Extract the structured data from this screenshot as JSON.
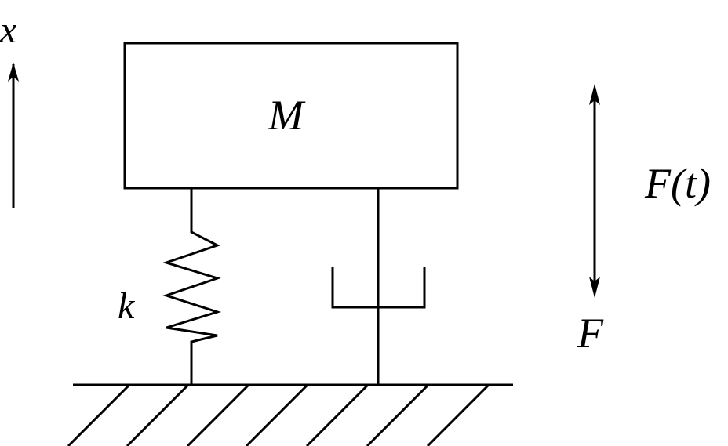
{
  "labels": {
    "mass": "M",
    "spring_constant": "k",
    "displacement": "x",
    "force": "F(t)",
    "force_short": "F"
  },
  "colors": {
    "stroke": "#000000",
    "background": "#ffffff"
  }
}
